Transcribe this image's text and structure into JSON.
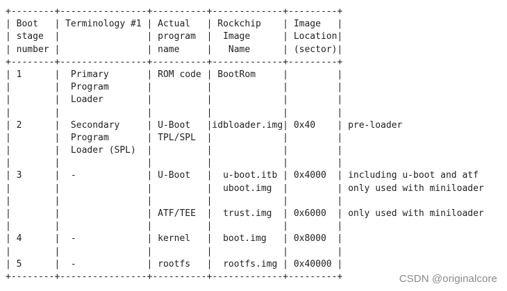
{
  "document": {
    "lines": [
      "+--------+----------------+----------+-------------+---------+",
      "| Boot   | Terminology #1 | Actual   | Rockchip    | Image   |",
      "| stage  |                | program  |  Image      | Location|",
      "| number |                | name     |   Name      | (sector)|",
      "+--------+----------------+----------+-------------+---------+",
      "| 1      |  Primary       | ROM code | BootRom     |         |",
      "|        |  Program       |          |             |         |",
      "|        |  Loader        |          |             |         |",
      "|        |                |          |             |         |",
      "| 2      |  Secondary     | U-Boot   |idbloader.img| 0x40    | pre-loader",
      "|        |  Program       | TPL/SPL  |             |         |",
      "|        |  Loader (SPL)  |          |             |         |",
      "|        |                |          |             |         |",
      "| 3      |  -             | U-Boot   |  u-boot.itb | 0x4000  | including u-boot and atf",
      "|        |                |          |  uboot.img  |         | only used with miniloader",
      "|        |                |          |             |         |",
      "|        |                | ATF/TEE  |  trust.img  | 0x6000  | only used with miniloader",
      "|        |                |          |             |         |",
      "| 4      |  -             | kernel   |  boot.img   | 0x8000  |",
      "|        |                |          |             |         |",
      "| 5      |  -             | rootfs   |  rootfs.img | 0x40000 |",
      "+--------+----------------+----------+-------------+---------+"
    ]
  },
  "watermark": {
    "text": "CSDN @originalcore"
  }
}
